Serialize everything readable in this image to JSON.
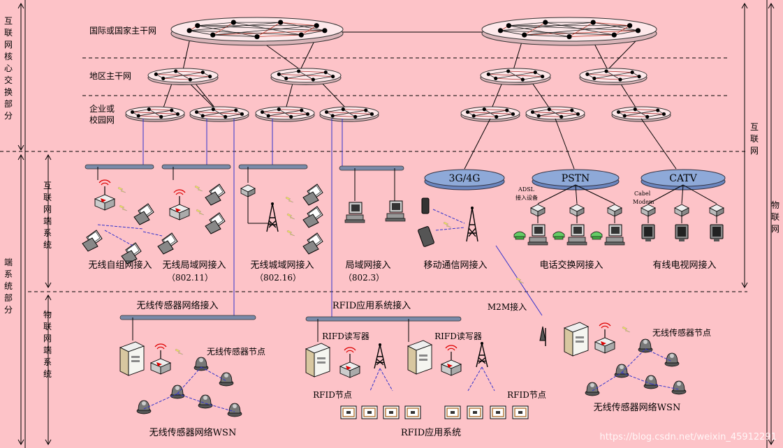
{
  "colors": {
    "background": "#fdc3c8",
    "ring_fill": "#fde8ea",
    "lan_bar": "#7a8aa8",
    "blue_link": "#3333cc",
    "ellipse_blue": "#8ea9d8",
    "lightning": "#f2e35a"
  },
  "left_labels": {
    "core": "互联网核心交换部分",
    "edge_system": "端系统部分",
    "internet_edge": "互联网端系统",
    "iot_edge": "物联网端系统"
  },
  "right_labels": {
    "internet": "互联网",
    "iot": "物联网"
  },
  "layers": {
    "backbone": "国际或国家主干网",
    "regional": "地区主干网",
    "campus_line1": "企业或",
    "campus_line2": "校园网"
  },
  "access_networks": {
    "adhoc": "无线自组网接入",
    "wlan": "无线局域网接入",
    "wlan_std": "（802.11）",
    "wman": "无线城域网接入",
    "wman_std": "（802.16）",
    "lan": "局域网接入",
    "lan_std": "（802.3）",
    "mobile": "移动通信网接入",
    "phone": "电话交换网接入",
    "catv": "有线电视网接入"
  },
  "clouds": {
    "mobile": "3G/4G",
    "pstn": "PSTN",
    "catv": "CATV"
  },
  "devices": {
    "adsl_line1": "ADSL",
    "adsl_line2": "接入设备",
    "modem_line1": "Cabel",
    "modem_line2": "Modem"
  },
  "iot": {
    "wsn_access": "无线传感器网络接入",
    "rfid_access": "RFID应用系统接入",
    "m2m_access": "M2M接入",
    "sensor_node": "无线传感器节点",
    "wsn": "无线传感器网络WSN",
    "rfid_reader": "RIFD读写器",
    "rfid_node": "RFID节点",
    "rfid_system": "RFID应用系统"
  },
  "watermark": "https://blog.csdn.net/weixin_45912291"
}
